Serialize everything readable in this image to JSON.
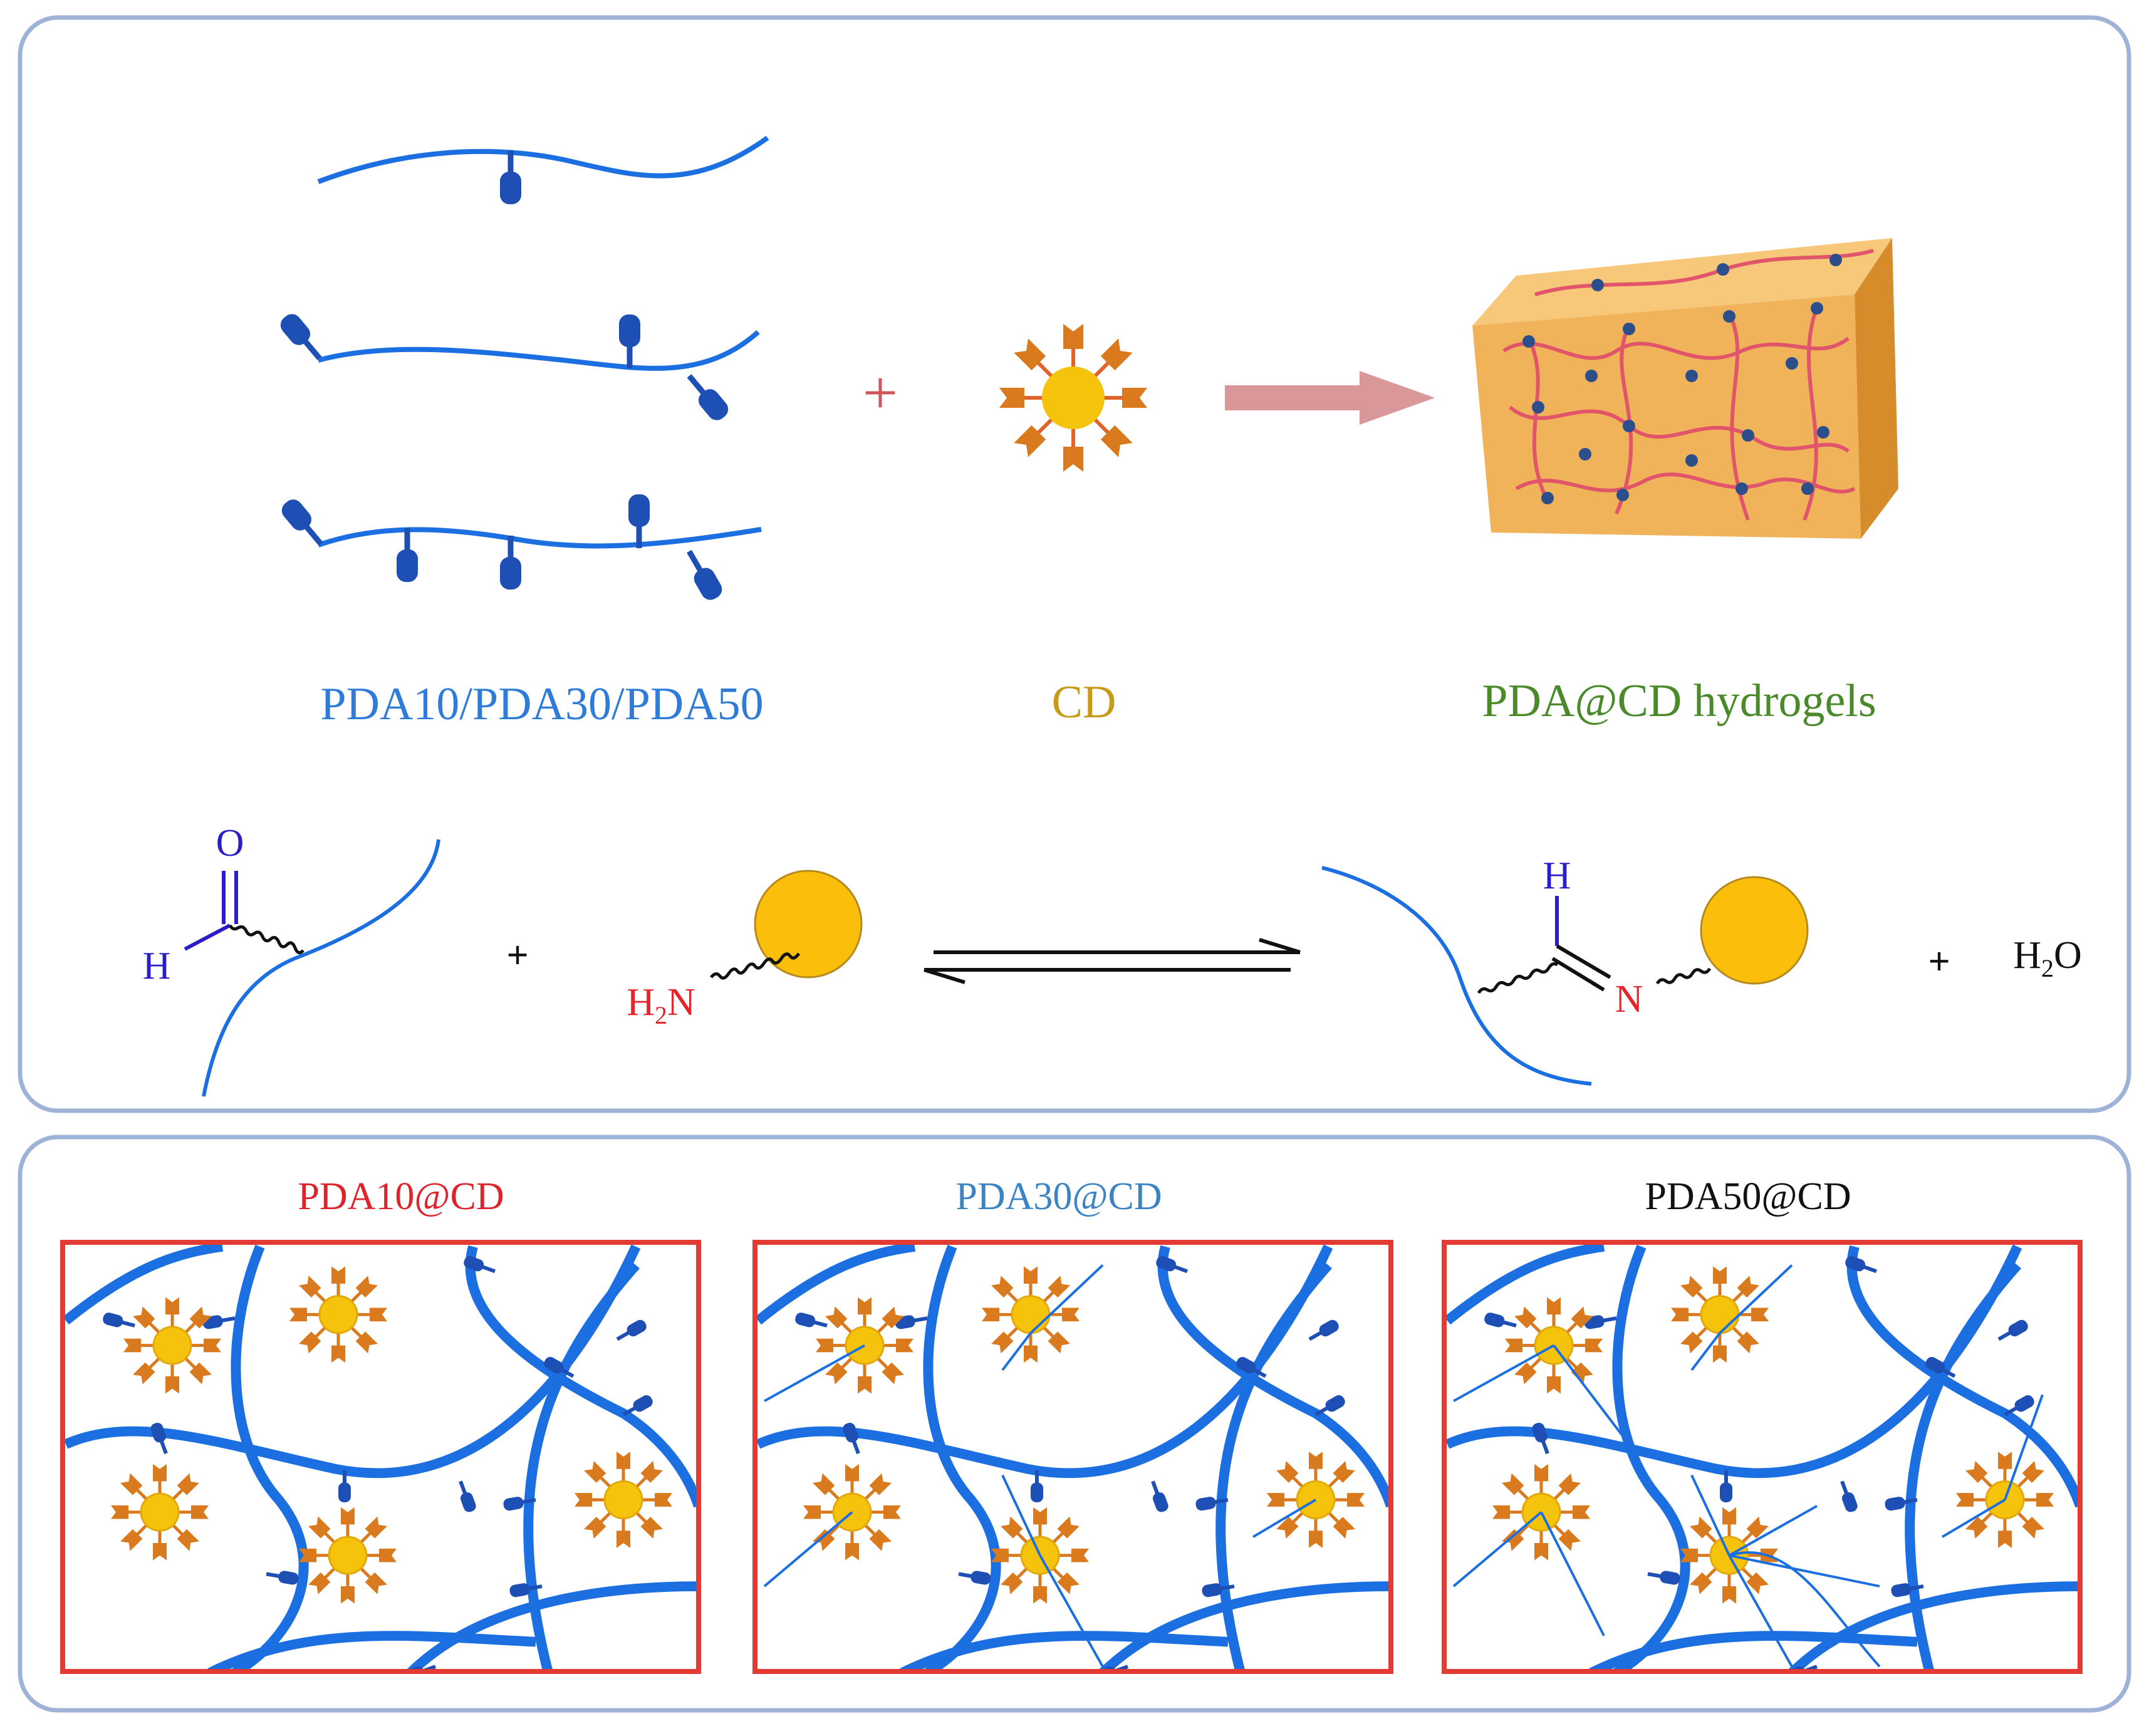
{
  "labels": {
    "precursor": "PDA10/PDA30/PDA50",
    "crosslinker": "CD",
    "product": "PDA@CD hydrogels",
    "plus_top": "+",
    "plus_mid": "+",
    "plus_right": "+",
    "aldehyde_o": "O",
    "aldehyde_h": "H",
    "amine_h": "H",
    "amine_sub": "2",
    "amine_n": "N",
    "imine_h": "H",
    "imine_n": "N",
    "water_h": "H",
    "water_sub": "2",
    "water_o": "O"
  },
  "panels": [
    {
      "title": "PDA10@CD",
      "color": "#e0232a"
    },
    {
      "title": "PDA30@CD",
      "color": "#3a83c5"
    },
    {
      "title": "PDA50@CD",
      "color": "#111111"
    }
  ],
  "colors": {
    "frame": "#9fb3d8",
    "chain": "#1b6fe0",
    "pendant": "#1e4fb5",
    "cd_core": "#f5c20c",
    "cd_arm": "#d97a1e",
    "arrow": "#d9979a",
    "cube": "#f0b35a",
    "panel_border": "#e33b33",
    "aldehyde": "#2a1fc7",
    "amine": "#e5242b"
  },
  "icons": [
    "polymer-chain",
    "aldehyde-pendant",
    "carbon-dot-crosslinker",
    "reaction-arrow",
    "hydrogel-cube",
    "equilibrium-arrows",
    "nanoparticle"
  ]
}
